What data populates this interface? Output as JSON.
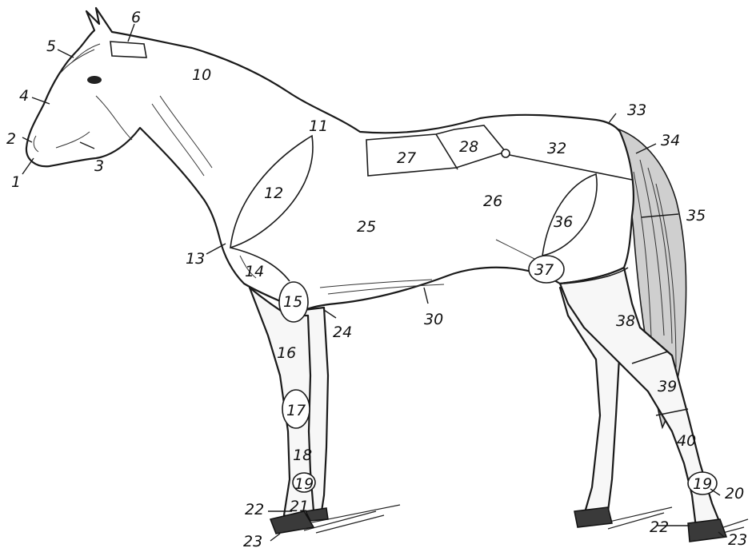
{
  "labels": {
    "l1": "1",
    "l2": "2",
    "l3": "3",
    "l4": "4",
    "l5": "5",
    "l6": "6",
    "l10": "10",
    "l11": "11",
    "l12": "12",
    "l13": "13",
    "l14": "14",
    "l15": "15",
    "l16": "16",
    "l17": "17",
    "l18": "18",
    "l19a": "19",
    "l19b": "19",
    "l20": "20",
    "l21": "21",
    "l22a": "22",
    "l22b": "22",
    "l23a": "23",
    "l23b": "23",
    "l24": "24",
    "l25": "25",
    "l26": "26",
    "l27": "27",
    "l28": "28",
    "l30": "30",
    "l32": "32",
    "l33": "33",
    "l34": "34",
    "l35": "35",
    "l36": "36",
    "l37": "37",
    "l38": "38",
    "l39": "39",
    "l40": "40"
  }
}
